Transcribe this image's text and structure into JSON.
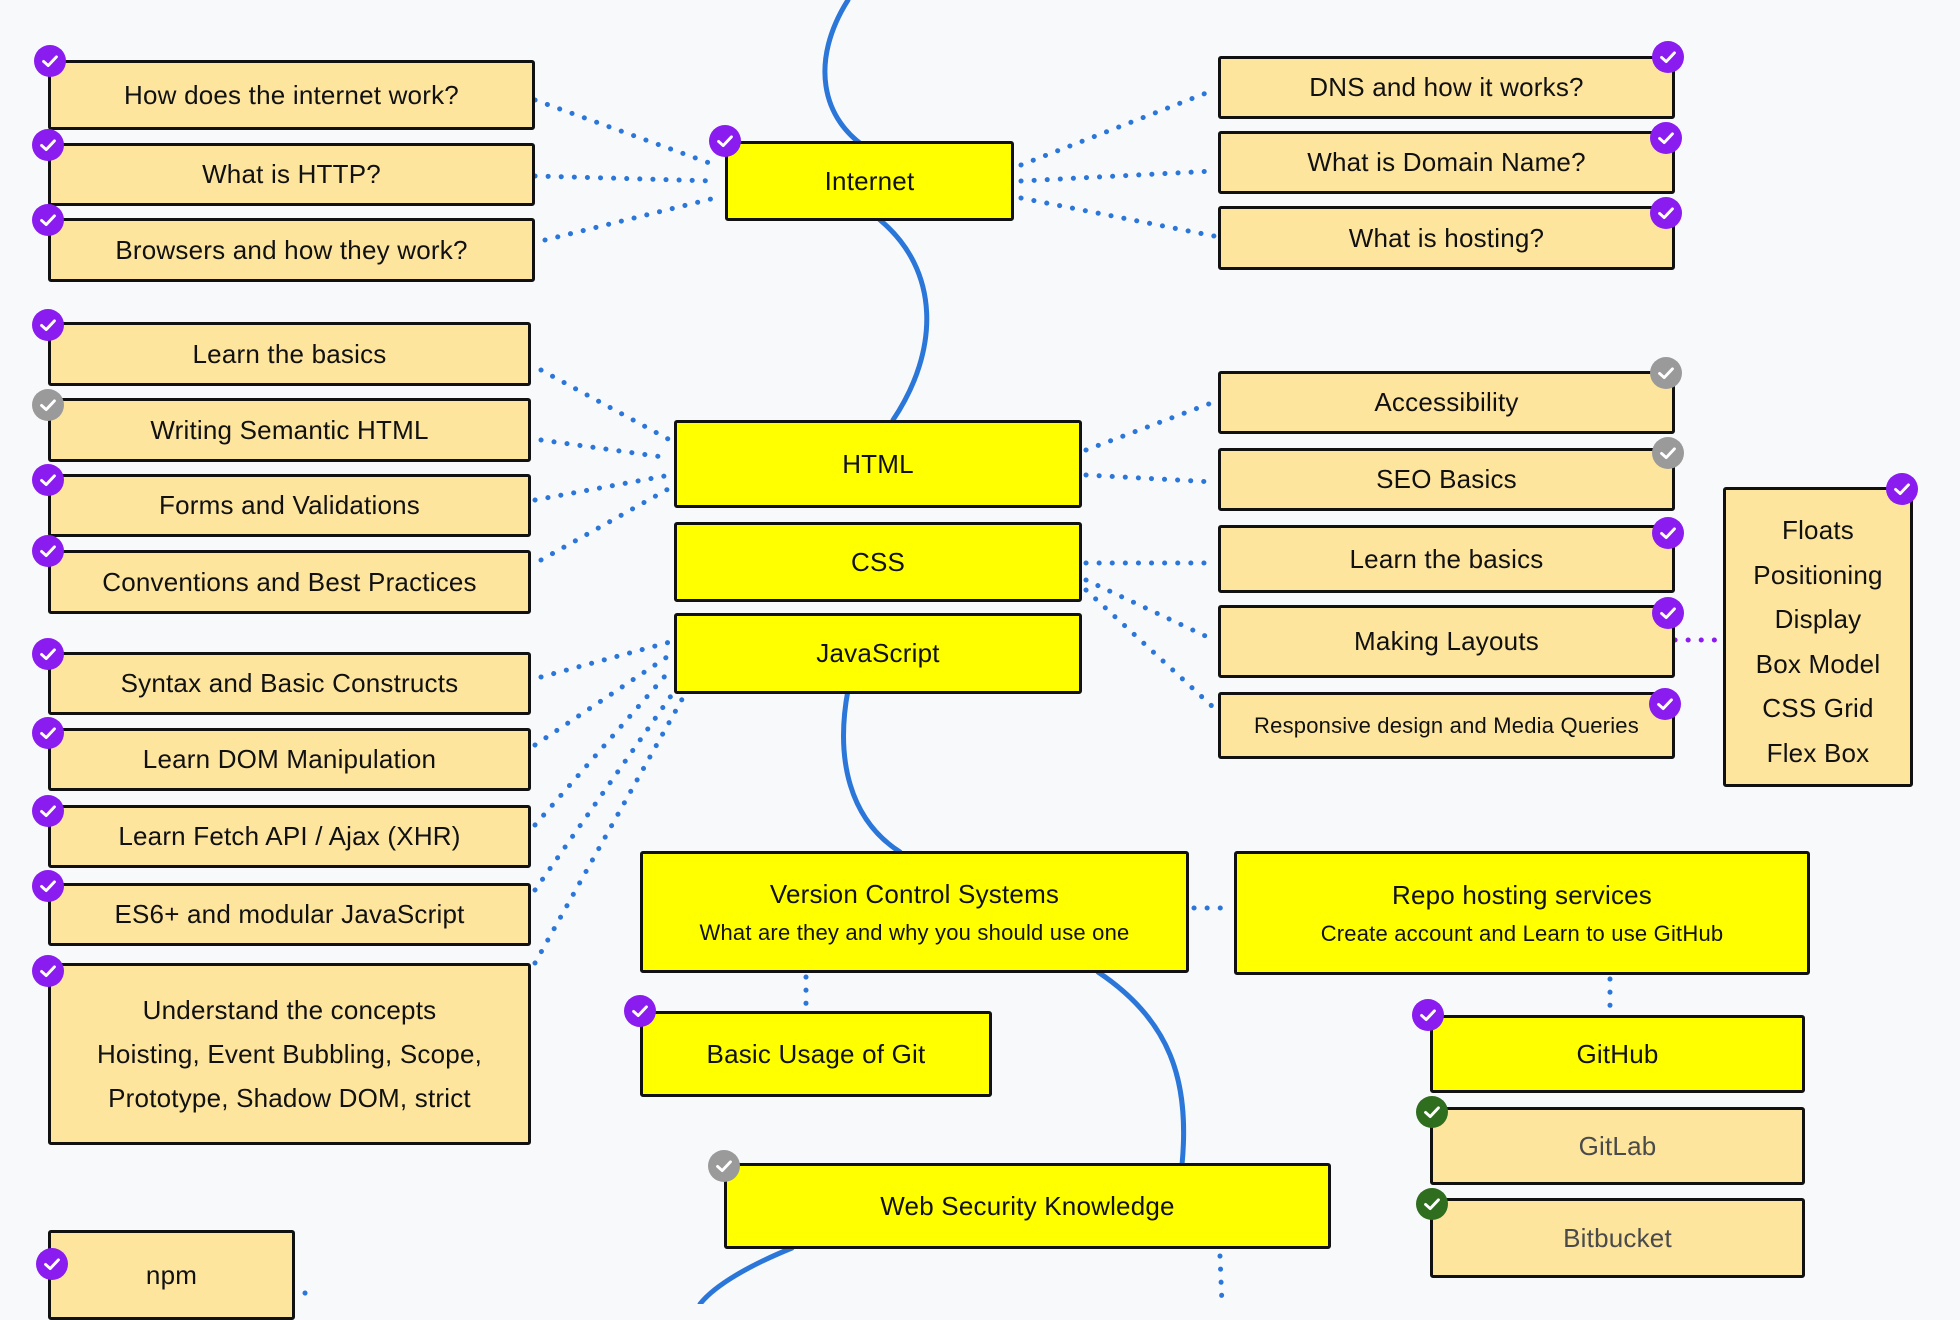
{
  "colors": {
    "main_node": "#ffff00",
    "sub_node": "#fee59e",
    "path_line": "#2b76d9",
    "connector_dots": "#2b76d9",
    "check_done": "#8a1cf0",
    "check_skipped": "#9a9a9a",
    "check_alternative": "#2f6e1e"
  },
  "nodes": {
    "internet": "Internet",
    "html": "HTML",
    "css": "CSS",
    "javascript": "JavaScript",
    "vcs": {
      "title": "Version Control Systems",
      "subtitle": "What are they and why you should use one"
    },
    "repo_hosting": {
      "title": "Repo hosting services",
      "subtitle": "Create account and Learn to use GitHub"
    },
    "basic_git": "Basic Usage of Git",
    "github": "GitHub",
    "gitlab": "GitLab",
    "bitbucket": "Bitbucket",
    "web_security": "Web Security Knowledge",
    "npm": "npm"
  },
  "internet_topics_left": [
    "How does the internet work?",
    "What is HTTP?",
    "Browsers and how they work?"
  ],
  "internet_topics_right": [
    "DNS and how it works?",
    "What is Domain Name?",
    "What is hosting?"
  ],
  "html_topics": [
    "Learn the basics",
    "Writing Semantic HTML",
    "Forms and Validations",
    "Conventions and Best Practices"
  ],
  "html_extra_topics": [
    "Accessibility",
    "SEO Basics"
  ],
  "css_topics": [
    "Learn the basics",
    "Making Layouts",
    "Responsive design and Media Queries"
  ],
  "layout_topics": [
    "Floats",
    "Positioning",
    "Display",
    "Box Model",
    "CSS Grid",
    "Flex Box"
  ],
  "js_topics": [
    "Syntax and Basic Constructs",
    "Learn DOM Manipulation",
    "Learn Fetch API / Ajax (XHR)",
    "ES6+ and modular JavaScript"
  ],
  "js_concepts": {
    "title": "Understand the concepts",
    "line2": "Hoisting, Event Bubbling, Scope,",
    "line3": "Prototype, Shadow DOM, strict"
  }
}
